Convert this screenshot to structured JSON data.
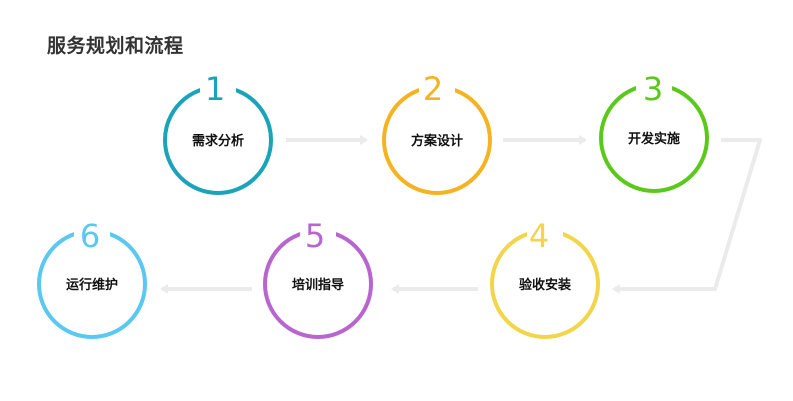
{
  "title": "服务规划和流程",
  "colors": {
    "arrow": "#ebebeb",
    "background": "#ffffff"
  },
  "steps": [
    {
      "number": "1",
      "label": "需求分析",
      "color": "#1ba3b9",
      "icon": "circle-ring"
    },
    {
      "number": "2",
      "label": "方案设计",
      "color": "#f5b321",
      "icon": "circle-ring"
    },
    {
      "number": "3",
      "label": "开发实施",
      "color": "#5bc91b",
      "icon": "circle-ring"
    },
    {
      "number": "4",
      "label": "验收安装",
      "color": "#f2d548",
      "icon": "circle-ring"
    },
    {
      "number": "5",
      "label": "培训指导",
      "color": "#b865cf",
      "icon": "circle-ring"
    },
    {
      "number": "6",
      "label": "运行维护",
      "color": "#5ac8ef",
      "icon": "circle-ring"
    }
  ]
}
